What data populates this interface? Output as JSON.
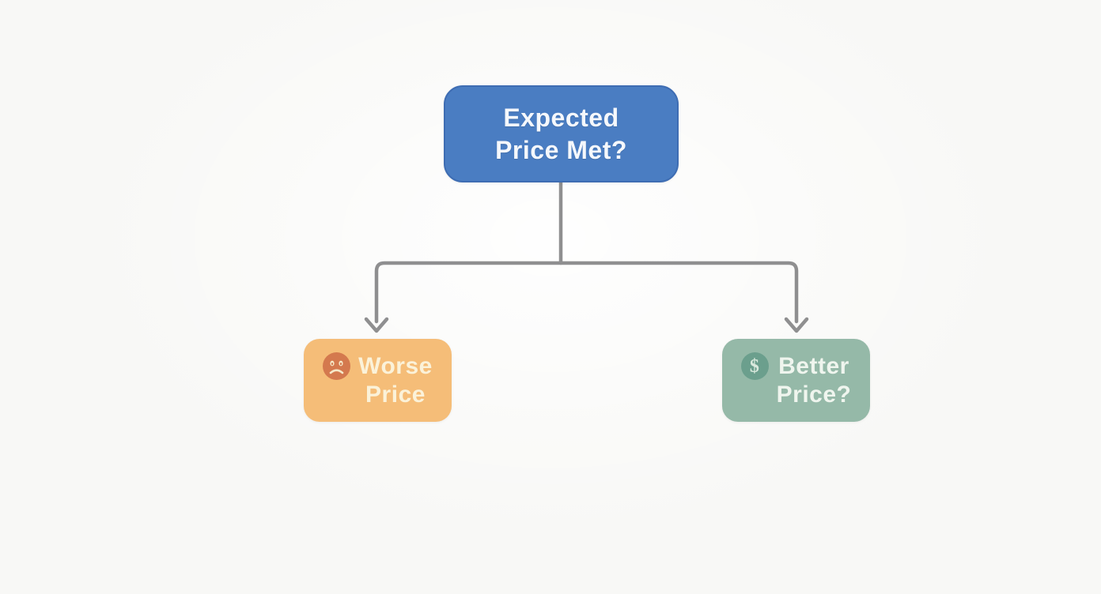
{
  "colors": {
    "background": "#f8f8f6",
    "connector": "#8f8f90",
    "root_fill": "#4a7dc2",
    "root_border": "#3e6db3",
    "root_text": "#f5f8fc",
    "worse_fill": "#f5bd78",
    "worse_text": "#fbf2d9",
    "worse_icon_fill": "#d4794e",
    "worse_icon_detail": "#f6e8c8",
    "better_fill": "#95b9a8",
    "better_text": "#eff5ee",
    "better_icon_fill": "#6b9f8d",
    "better_icon_glyph_color": "#d9e9dd"
  },
  "diagram": {
    "type": "flowchart",
    "root": {
      "label": "Expected\nPrice Met?"
    },
    "branches": [
      {
        "id": "worse-price",
        "label": "Worse\nPrice",
        "icon": "sad-face-icon"
      },
      {
        "id": "better-price",
        "label": "Better\nPrice?",
        "icon": "dollar-coin-icon",
        "glyph": "$"
      }
    ]
  }
}
